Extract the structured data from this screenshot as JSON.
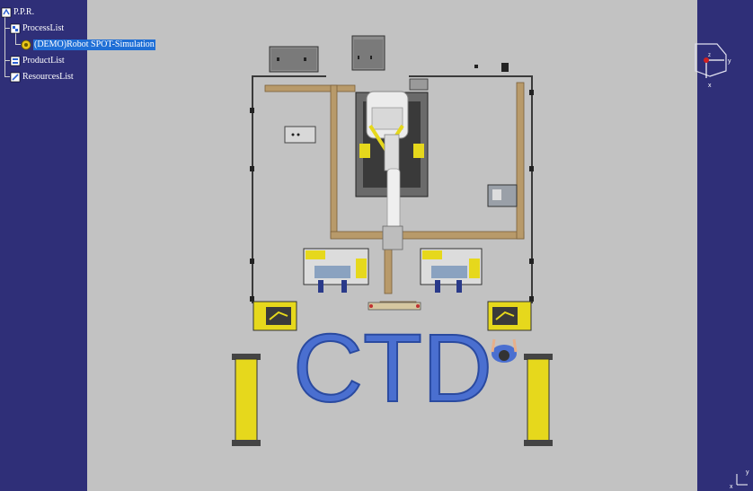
{
  "tree": {
    "root": "P.P.R.",
    "process_list": "ProcessList",
    "selected_process": "(DEMO)Robot SPOT-Simulation",
    "product_list": "ProductList",
    "resources_list": "ResourcesList"
  },
  "scene": {
    "floor_logo": "CTD"
  },
  "compass": {
    "axis_y": "y",
    "axis_x": "x",
    "axis_z": "z"
  },
  "corner_axis": {
    "axis_y": "y",
    "axis_x": "x"
  },
  "colors": {
    "panel": "#2f2f78",
    "viewport": "#c2c2c2",
    "logo": "#4a6fd0",
    "yellow": "#e6d81c",
    "wood": "#b89a6a",
    "selection": "#1f6fd6"
  }
}
